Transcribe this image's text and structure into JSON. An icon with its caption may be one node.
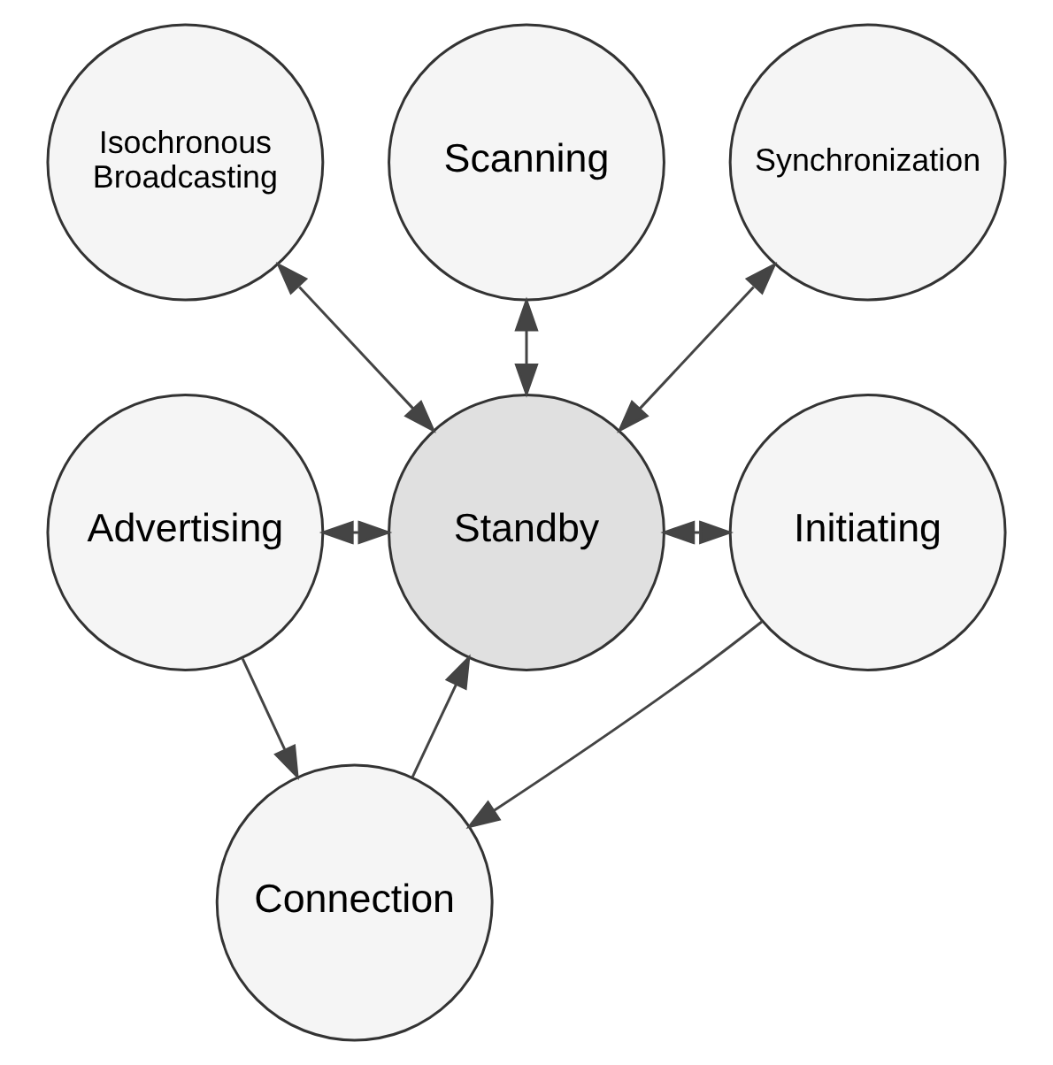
{
  "diagram": {
    "nodes": [
      {
        "text": [
          "Isochronous Broadcasting"
        ]
      },
      {
        "text": [
          "Scanning"
        ]
      },
      {
        "text": [
          "Synchronization"
        ]
      },
      {
        "text": [
          "Advertising"
        ]
      },
      {
        "text": [
          "Standby"
        ]
      },
      {
        "text": [
          "Initiating"
        ]
      },
      {
        "text": [
          "Connection"
        ]
      }
    ],
    "edges": [
      {
        "from": 0,
        "to": 4,
        "arrow": "both"
      },
      {
        "from": 1,
        "to": 4,
        "arrow": "both"
      },
      {
        "from": 2,
        "to": 4,
        "arrow": "both"
      },
      {
        "from": 3,
        "to": 4,
        "arrow": "both"
      },
      {
        "from": 4,
        "to": 5,
        "arrow": "both"
      },
      {
        "from": 6,
        "to": 4,
        "arrow": "to"
      },
      {
        "from": 3,
        "to": 6,
        "arrow": "to"
      },
      {
        "from": 5,
        "to": 6,
        "arrow": "to"
      }
    ]
  }
}
